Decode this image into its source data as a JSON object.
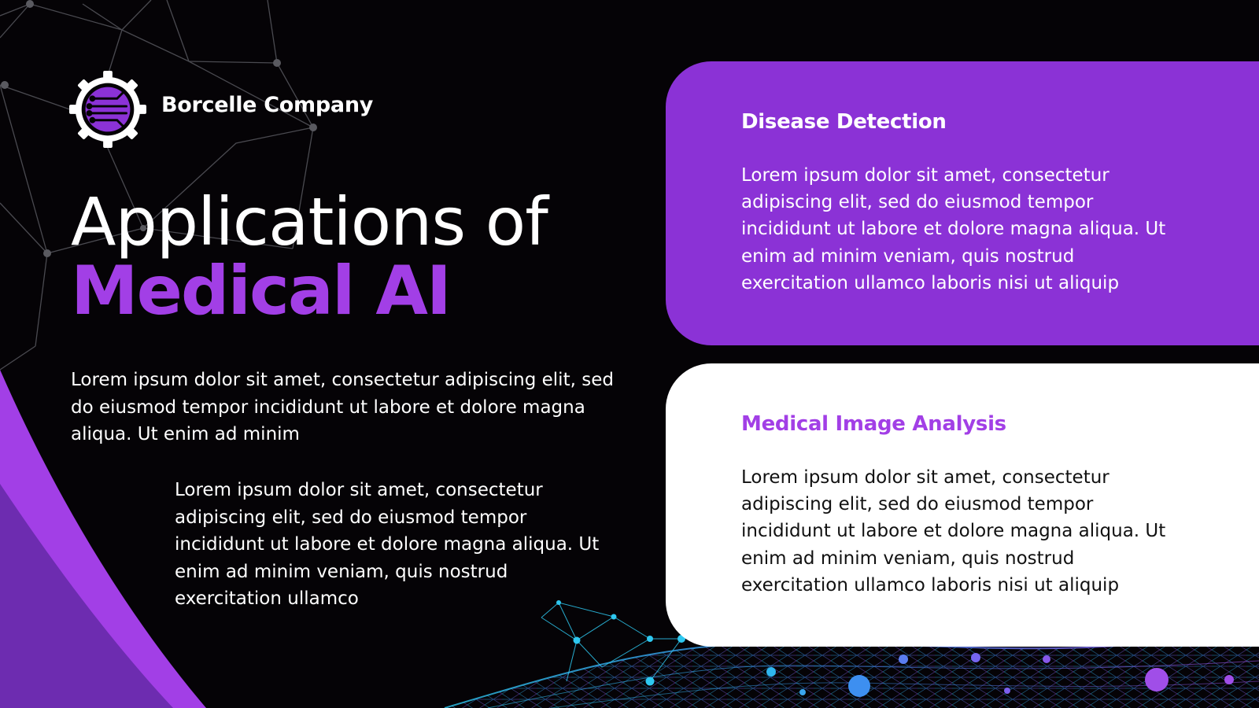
{
  "brand": {
    "company_name": "Borcelle Company"
  },
  "heading": {
    "line1": "Applications of",
    "line2": "Medical AI"
  },
  "intro": {
    "paragraph1": "Lorem ipsum dolor sit amet, consectetur adipiscing elit, sed do eiusmod tempor incididunt ut labore et dolore magna aliqua. Ut enim ad minim",
    "paragraph2": "Lorem ipsum dolor sit amet, consectetur adipiscing elit, sed do eiusmod tempor incididunt ut labore et dolore magna aliqua. Ut enim ad minim veniam, quis nostrud exercitation ullamco"
  },
  "cards": [
    {
      "title": "Disease Detection",
      "body": "Lorem ipsum dolor sit amet, consectetur adipiscing elit, sed do eiusmod tempor incididunt ut labore et dolore magna aliqua. Ut enim ad minim veniam, quis nostrud exercitation ullamco laboris nisi ut aliquip"
    },
    {
      "title": "Medical Image Analysis",
      "body": "Lorem ipsum dolor sit amet, consectetur adipiscing elit, sed do eiusmod tempor incididunt ut labore et dolore magna aliqua. Ut enim ad minim veniam, quis nostrud exercitation ullamco laboris nisi ut aliquip"
    }
  ],
  "colors": {
    "background": "#050306",
    "accent_purple": "#a23fe6",
    "card_purple": "#8b32d6",
    "card_white": "#ffffff",
    "wave_cyan": "#2ec8f0"
  },
  "icons": {
    "logo": "gear-circuit-logo-icon"
  }
}
